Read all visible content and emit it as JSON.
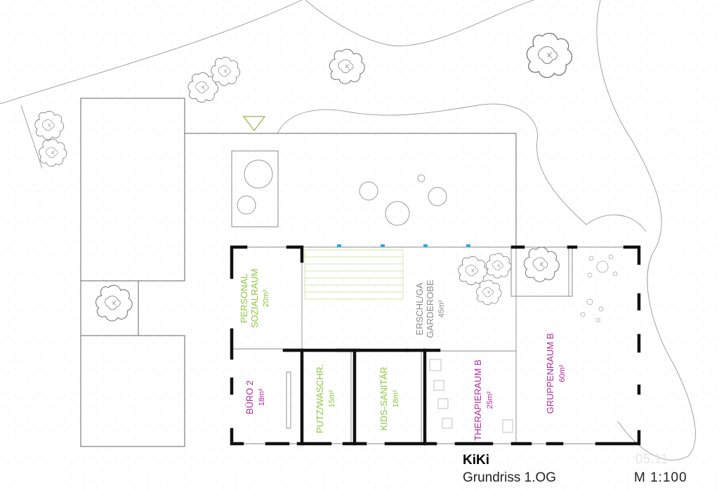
{
  "project": {
    "name": "KiKi",
    "drawing_title": "Grundriss 1.OG",
    "scale": "M  1:100",
    "sheet_number": "05.11"
  },
  "colors": {
    "green": "#8cc63f",
    "magenta": "#b0289c",
    "grey": "#8a8a8a",
    "cyan": "#29abe2",
    "wall": "#111111",
    "line": "#999999"
  },
  "rooms": {
    "personal": {
      "name_line1": "PERSONAL",
      "name_line2": "SOZIALRAUM",
      "area": "20m²"
    },
    "erschl": {
      "name_line1": "ERSCHL/GA",
      "name_line2": "GARDEROBE",
      "area": "45m²"
    },
    "buero": {
      "name": "BÜRO 2",
      "area": "18m²"
    },
    "putz": {
      "name": "PUTZ/WASCHR.",
      "area": "15m²"
    },
    "kids": {
      "name": "KIDS-SANITÄR",
      "area": "18m²"
    },
    "therapie": {
      "name": "THERAPIERAUM B",
      "area": "25m²"
    },
    "gruppe": {
      "name": "GRUPPENRAUM B",
      "area": "60m²"
    }
  }
}
